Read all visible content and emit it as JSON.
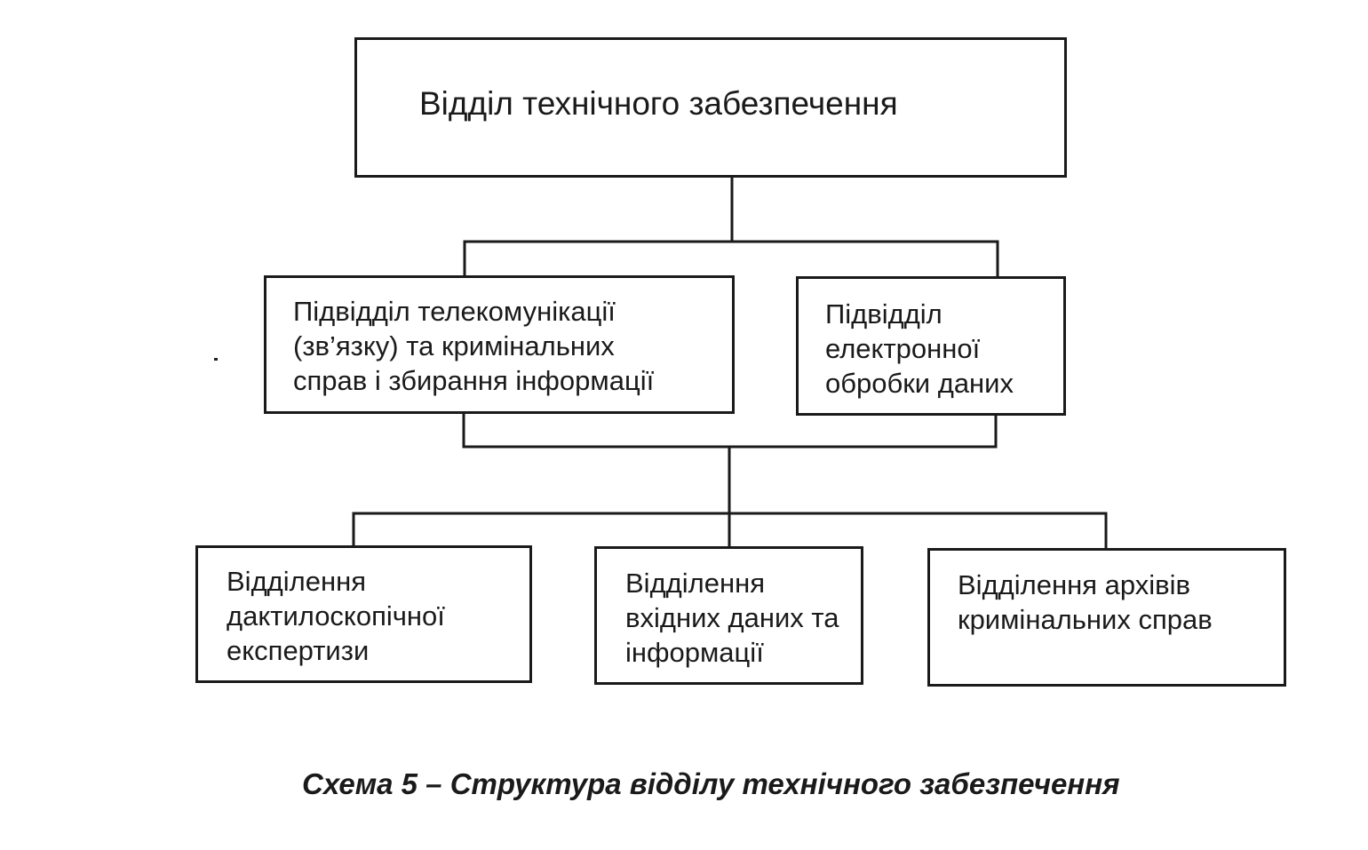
{
  "diagram": {
    "root": {
      "label": "Відділ технічного забезпечення"
    },
    "subdivisions": [
      {
        "label": "Підвідділ    телекомунікації\n(зв’язку) та кримінальних\nсправ і збирання інформації"
      },
      {
        "label": "Підвідділ\nелектронної\nобробки даних"
      }
    ],
    "units": [
      {
        "label": "Відділення\nдактилоскопічної\nекспертизи"
      },
      {
        "label": "Відділення\nвхідних даних та\nінформації"
      },
      {
        "label": "Відділення архівів\nкримінальних справ"
      }
    ]
  },
  "caption": "Схема 5 – Структура відділу технічного забезпечення",
  "colors": {
    "line": "#1a1a1a",
    "background": "#ffffff"
  }
}
